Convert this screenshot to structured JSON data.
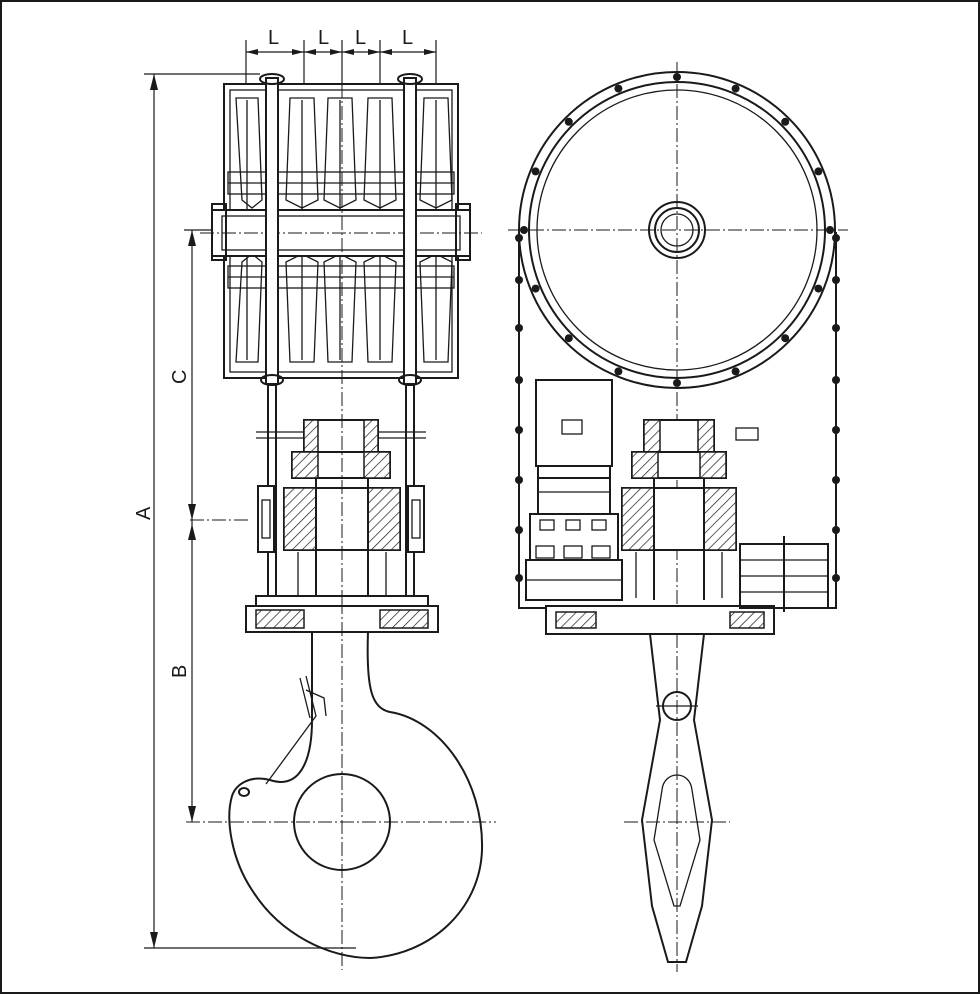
{
  "drawing": {
    "labels": {
      "A": "A",
      "B": "B",
      "C": "C",
      "L1": "L",
      "L2": "L",
      "L3": "L",
      "L4": "L"
    }
  },
  "colors": {
    "line": "#1a1a1a",
    "background": "#ffffff"
  }
}
